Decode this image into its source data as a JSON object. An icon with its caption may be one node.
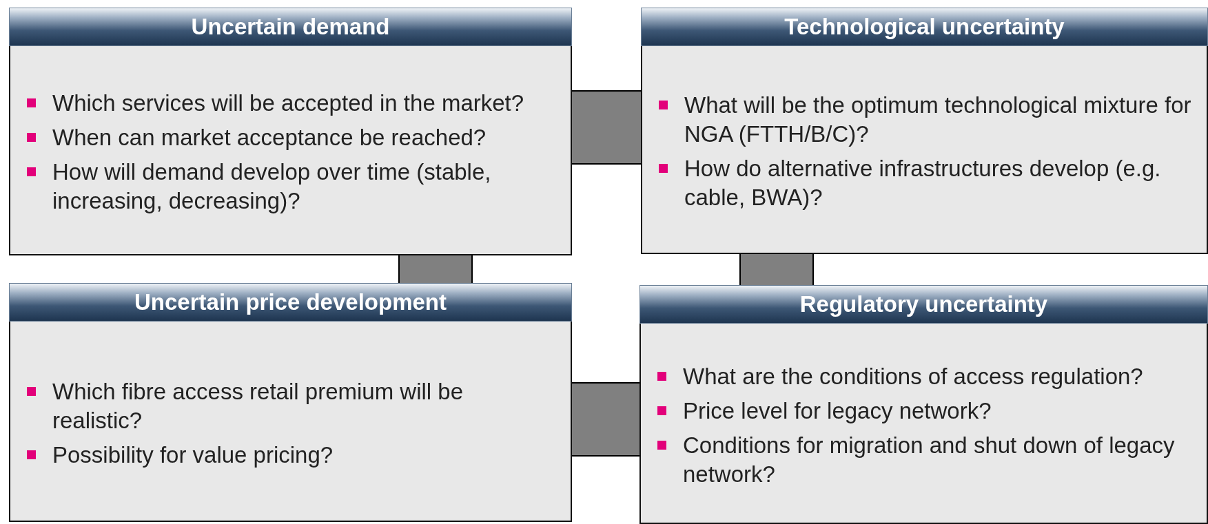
{
  "diagram": {
    "nodes": [
      {
        "text": [
          "Uncertain demand",
          "Which services will be accepted in the market?",
          "When can market acceptance be reached?",
          "How will demand develop over time (stable, increasing, decreasing)?"
        ]
      },
      {
        "text": [
          "Technological uncertainty",
          "What will be the optimum technological mixture for NGA (FTTH/B/C)?",
          "How do alternative infrastructures develop (e.g. cable, BWA)?"
        ]
      },
      {
        "text": [
          "Uncertain price development",
          "Which fibre access retail premium will be realistic?",
          "Possibility for value pricing?"
        ]
      },
      {
        "text": [
          "Regulatory uncertainty",
          "What are the conditions of access regulation?",
          "Price level for legacy network?",
          "Conditions for migration and shut down of legacy network?"
        ]
      }
    ]
  }
}
